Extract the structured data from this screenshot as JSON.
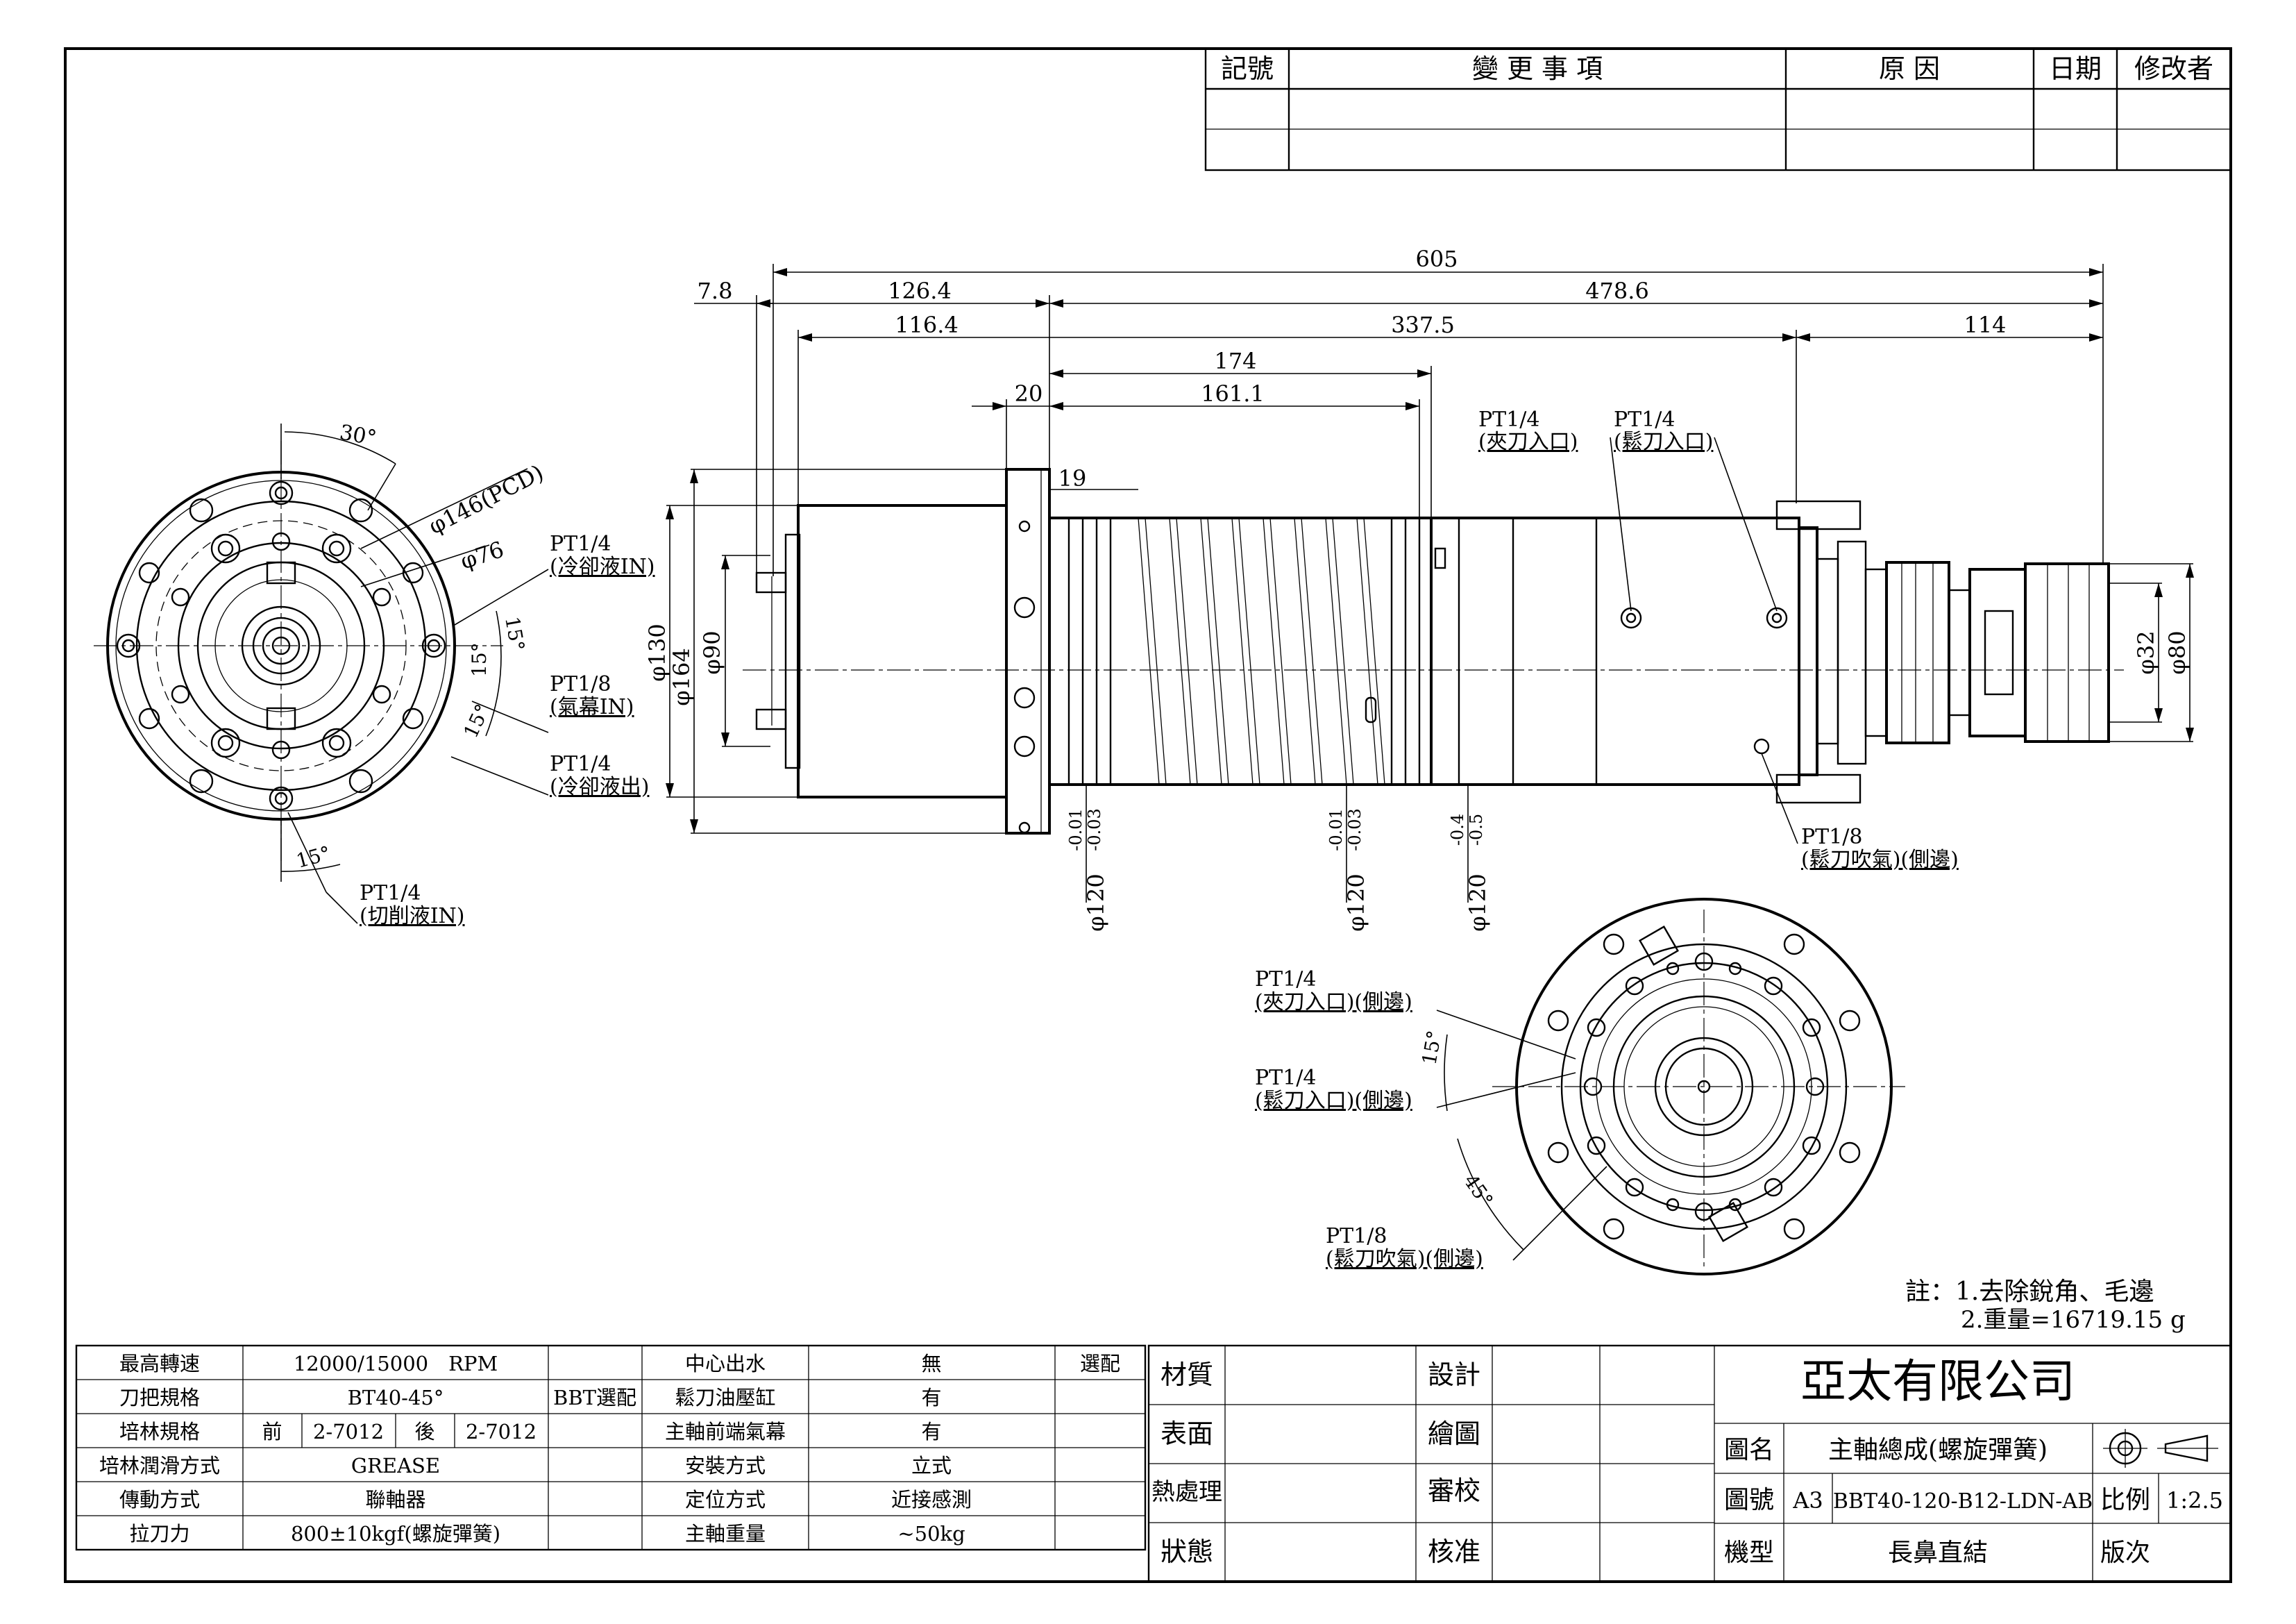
{
  "revision_table": {
    "headers": [
      "記號",
      "變 更 事 項",
      "原 因",
      "日期",
      "修改者"
    ]
  },
  "dimensions": {
    "d605": "605",
    "d478_6": "478.6",
    "d126_4": "126.4",
    "d7_8": "7.8",
    "d116_4": "116.4",
    "d337_5": "337.5",
    "d114": "114",
    "d174": "174",
    "d20": "20",
    "d161_1": "161.1",
    "d19": "19",
    "phi164": "φ164",
    "phi130": "φ130",
    "phi90": "φ90",
    "phi32": "φ32",
    "phi80": "φ80",
    "phi120_a": "φ120",
    "tol_a": "-0.01\n-0.03",
    "phi120_b": "φ120",
    "tol_b": "-0.01\n-0.03",
    "phi120_c": "φ120",
    "tol_c": "-0.4\n-0.5",
    "ang30": "30°",
    "pcd146": "φ146(PCD)",
    "phi76": "φ76",
    "ang15_a": "15°",
    "ang15_b": "15°",
    "ang15_c": "15°",
    "ang15_d": "15°",
    "ang15_e": "15°",
    "ang45": "45°"
  },
  "annotations": {
    "front_view": [
      {
        "line1": "PT1/4",
        "line2": "(冷卻液IN)"
      },
      {
        "line1": "PT1/8",
        "line2": "(氣幕IN)"
      },
      {
        "line1": "PT1/4",
        "line2": "(冷卻液出)"
      },
      {
        "line1": "PT1/4",
        "line2": "(切削液IN)"
      }
    ],
    "side_view": [
      {
        "line1": "PT1/4",
        "line2": "(夾刀入口)"
      },
      {
        "line1": "PT1/4",
        "line2": "(鬆刀入口)"
      },
      {
        "line1": "PT1/8",
        "line2": "(鬆刀吹氣)(側邊)"
      }
    ],
    "rear_view": [
      {
        "line1": "PT1/4",
        "line2": "(夾刀入口)(側邊)"
      },
      {
        "line1": "PT1/4",
        "line2": "(鬆刀入口)(側邊)"
      },
      {
        "line1": "PT1/8",
        "line2": "(鬆刀吹氣)(側邊)"
      }
    ]
  },
  "notes": {
    "line1": "註：1.去除銳角、毛邊",
    "line2": "2.重量=16719.15 g"
  },
  "spec_table": {
    "row1": {
      "l1": "最高轉速",
      "v1": "12000/15000　RPM",
      "l2": "中心出水",
      "v2": "無",
      "opt": "選配"
    },
    "row2": {
      "l1": "刀把規格",
      "v1": "BT40-45°",
      "mid": "BBT選配",
      "l2": "鬆刀油壓缸",
      "v2": "有"
    },
    "row3": {
      "l1": "培林規格",
      "front": "前",
      "fv": "2-7012",
      "rear": "後",
      "rv": "2-7012",
      "l2": "主軸前端氣幕",
      "v2": "有"
    },
    "row4": {
      "l1": "培林潤滑方式",
      "v1": "GREASE",
      "l2": "安裝方式",
      "v2": "立式"
    },
    "row5": {
      "l1": "傳動方式",
      "v1": "聯軸器",
      "l2": "定位方式",
      "v2": "近接感測"
    },
    "row6": {
      "l1": "拉刀力",
      "v1": "800±10kgf(螺旋彈簧)",
      "l2": "主軸重量",
      "v2": "~50kg"
    }
  },
  "title_block": {
    "material": "材質",
    "surface": "表面",
    "heat": "熱處理",
    "state": "狀態",
    "design": "設計",
    "draw": "繪圖",
    "check": "審校",
    "approve": "核准",
    "company": "亞太有限公司",
    "name_label": "圖名",
    "name_value": "主軸總成(螺旋彈簧)",
    "no_label": "圖號",
    "size": "A3",
    "drawing_no": "BBT40-120-B12-LDN-AB",
    "scale_label": "比例",
    "scale_value": "1:2.5",
    "model_label": "機型",
    "model_value": "長鼻直結",
    "version_label": "版次"
  }
}
